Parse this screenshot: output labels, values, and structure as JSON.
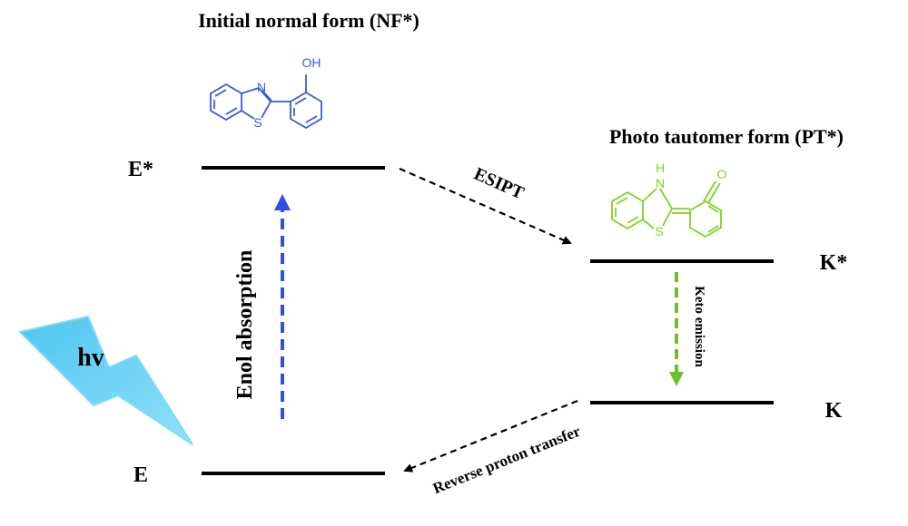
{
  "titles": {
    "normal_form": "Initial normal form (NF*)",
    "tautomer_form": "Photo tautomer form (PT*)"
  },
  "levels": {
    "e_star": "E*",
    "e": "E",
    "k_star": "K*",
    "k": "K"
  },
  "transitions": {
    "absorption": "Enol absorption",
    "esipt": "ESIPT",
    "emission": "Keto emission",
    "reverse": "Reverse proton transfer"
  },
  "light": {
    "label": "hv"
  },
  "molecule_nf": {
    "color": "#3a5bd9",
    "atom_n": "N",
    "atom_s": "S",
    "group_oh": "OH"
  },
  "molecule_pt": {
    "color": "#7ed321",
    "atom_nh": "H",
    "atom_n": "N",
    "atom_s": "S",
    "atom_o": "O"
  },
  "colors": {
    "absorption_arrow": "#2f4fe0",
    "emission_arrow": "#6cc02a",
    "lightning": "#5ccff2",
    "level_line": "#000000"
  }
}
